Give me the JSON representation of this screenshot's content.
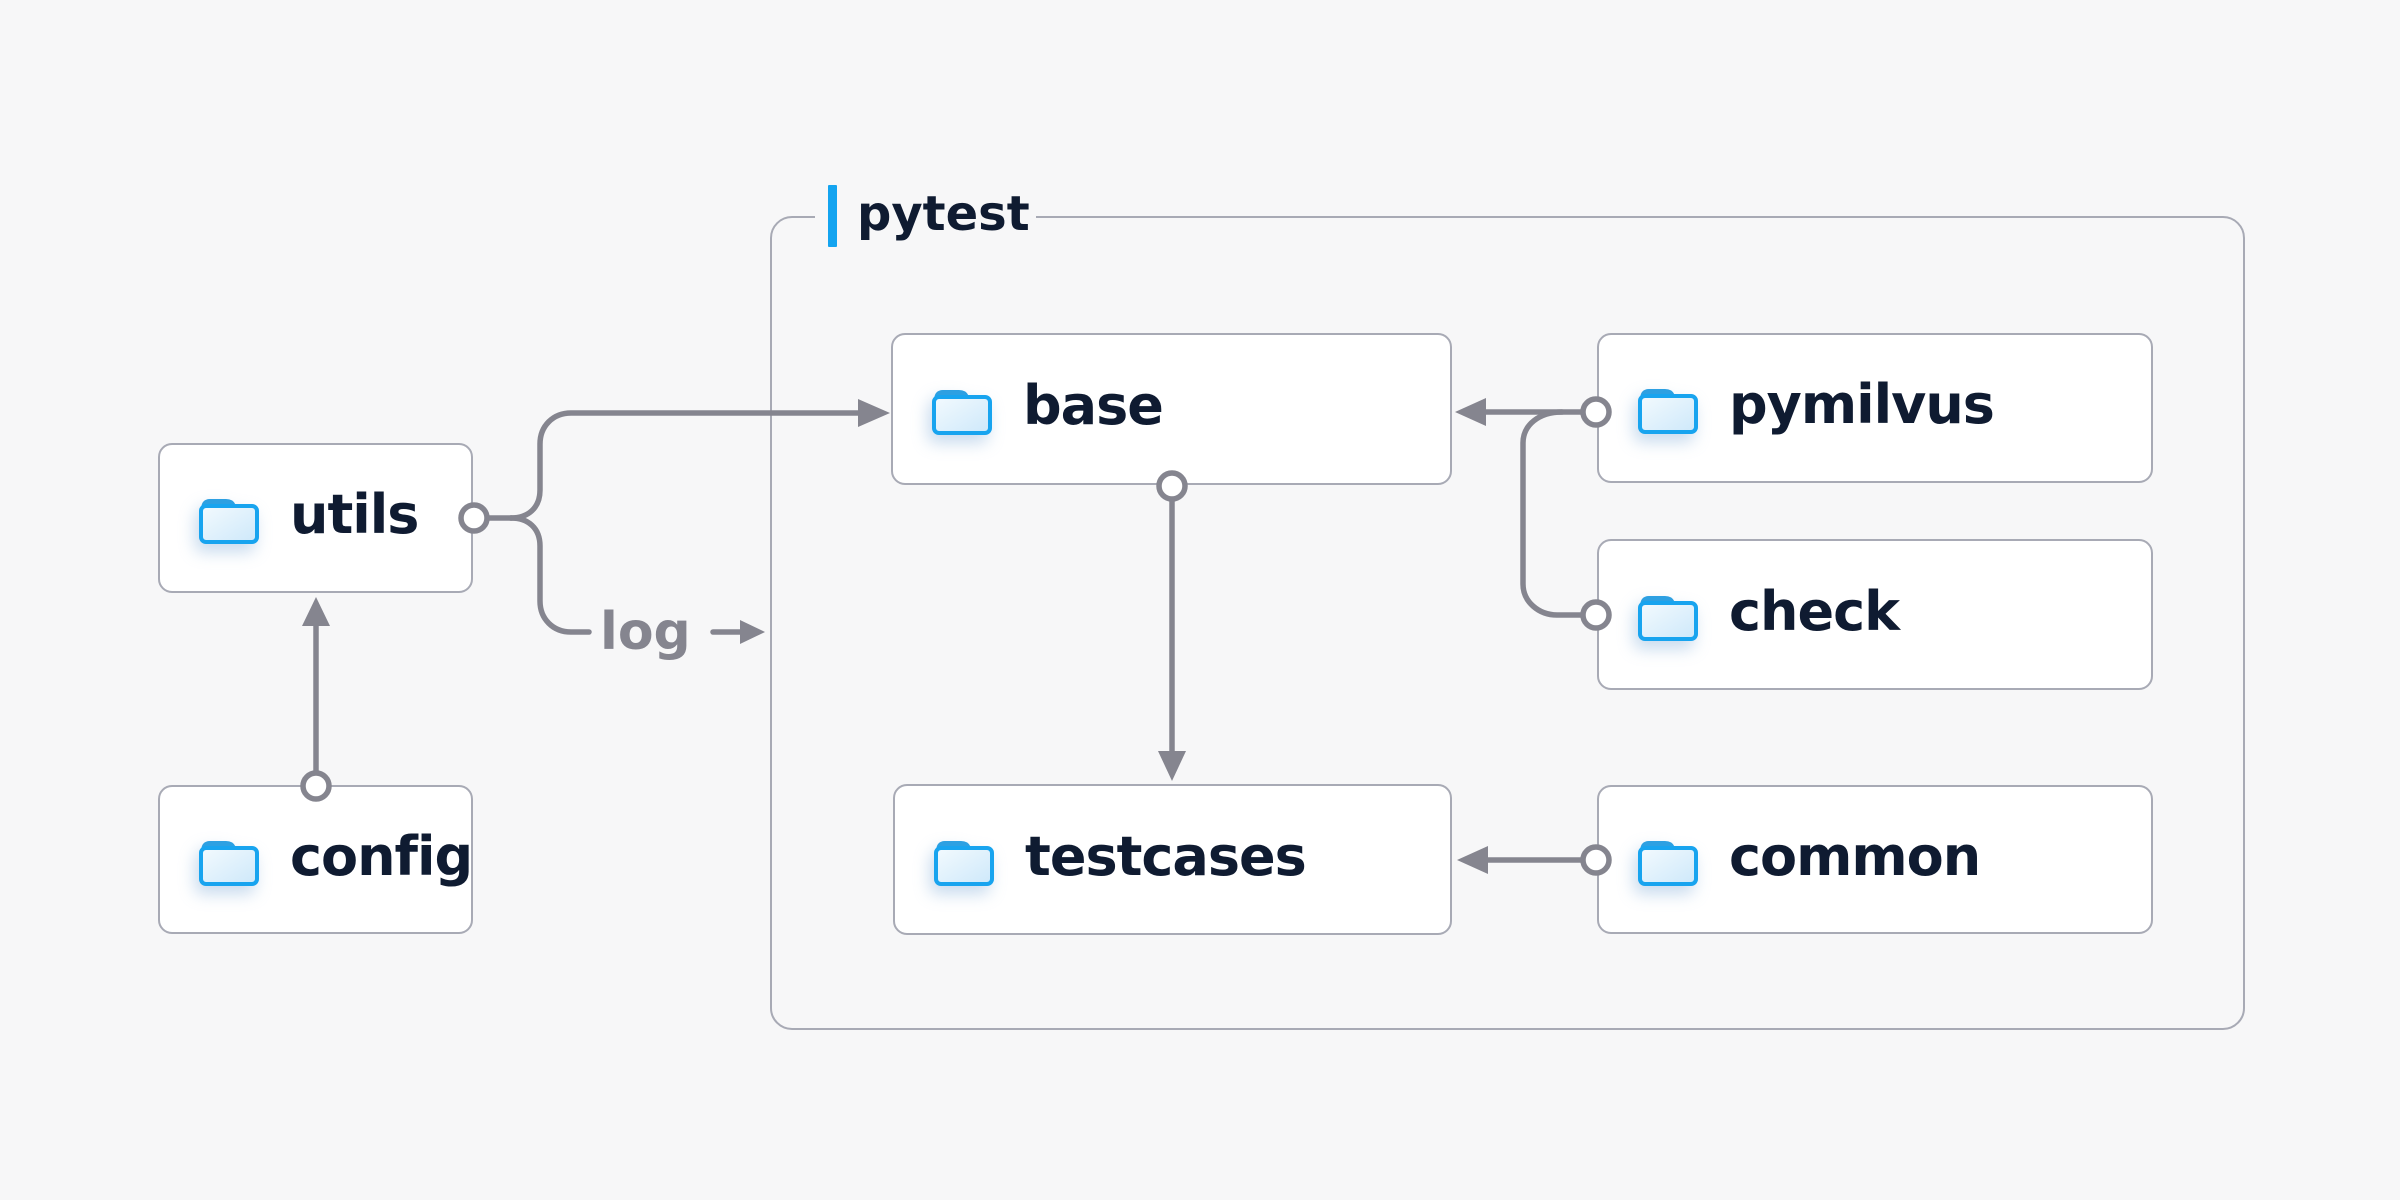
{
  "diagram": {
    "container": {
      "label": "pytest"
    },
    "nodes": [
      {
        "id": "utils",
        "label": "utils"
      },
      {
        "id": "config",
        "label": "config"
      },
      {
        "id": "base",
        "label": "base"
      },
      {
        "id": "testcases",
        "label": "testcases"
      },
      {
        "id": "pymilvus",
        "label": "pymilvus"
      },
      {
        "id": "check",
        "label": "check"
      },
      {
        "id": "common",
        "label": "common"
      }
    ],
    "edge_label": "log",
    "edges": [
      "config -> utils",
      "utils -> base",
      "utils -> log -> pytest",
      "base -> testcases",
      "pymilvus -> base",
      "check -> base",
      "common -> testcases"
    ],
    "colors": {
      "background": "#f7f7f8",
      "node_fill": "#ffffff",
      "node_border": "#a8aab5",
      "connector": "#85858f",
      "node_text": "#0f1b31",
      "edge_label_text": "#85858f",
      "accent_bar": "#14a4f0",
      "folder_stroke": "#18a4ef",
      "folder_tab": "#2da0e2"
    }
  }
}
